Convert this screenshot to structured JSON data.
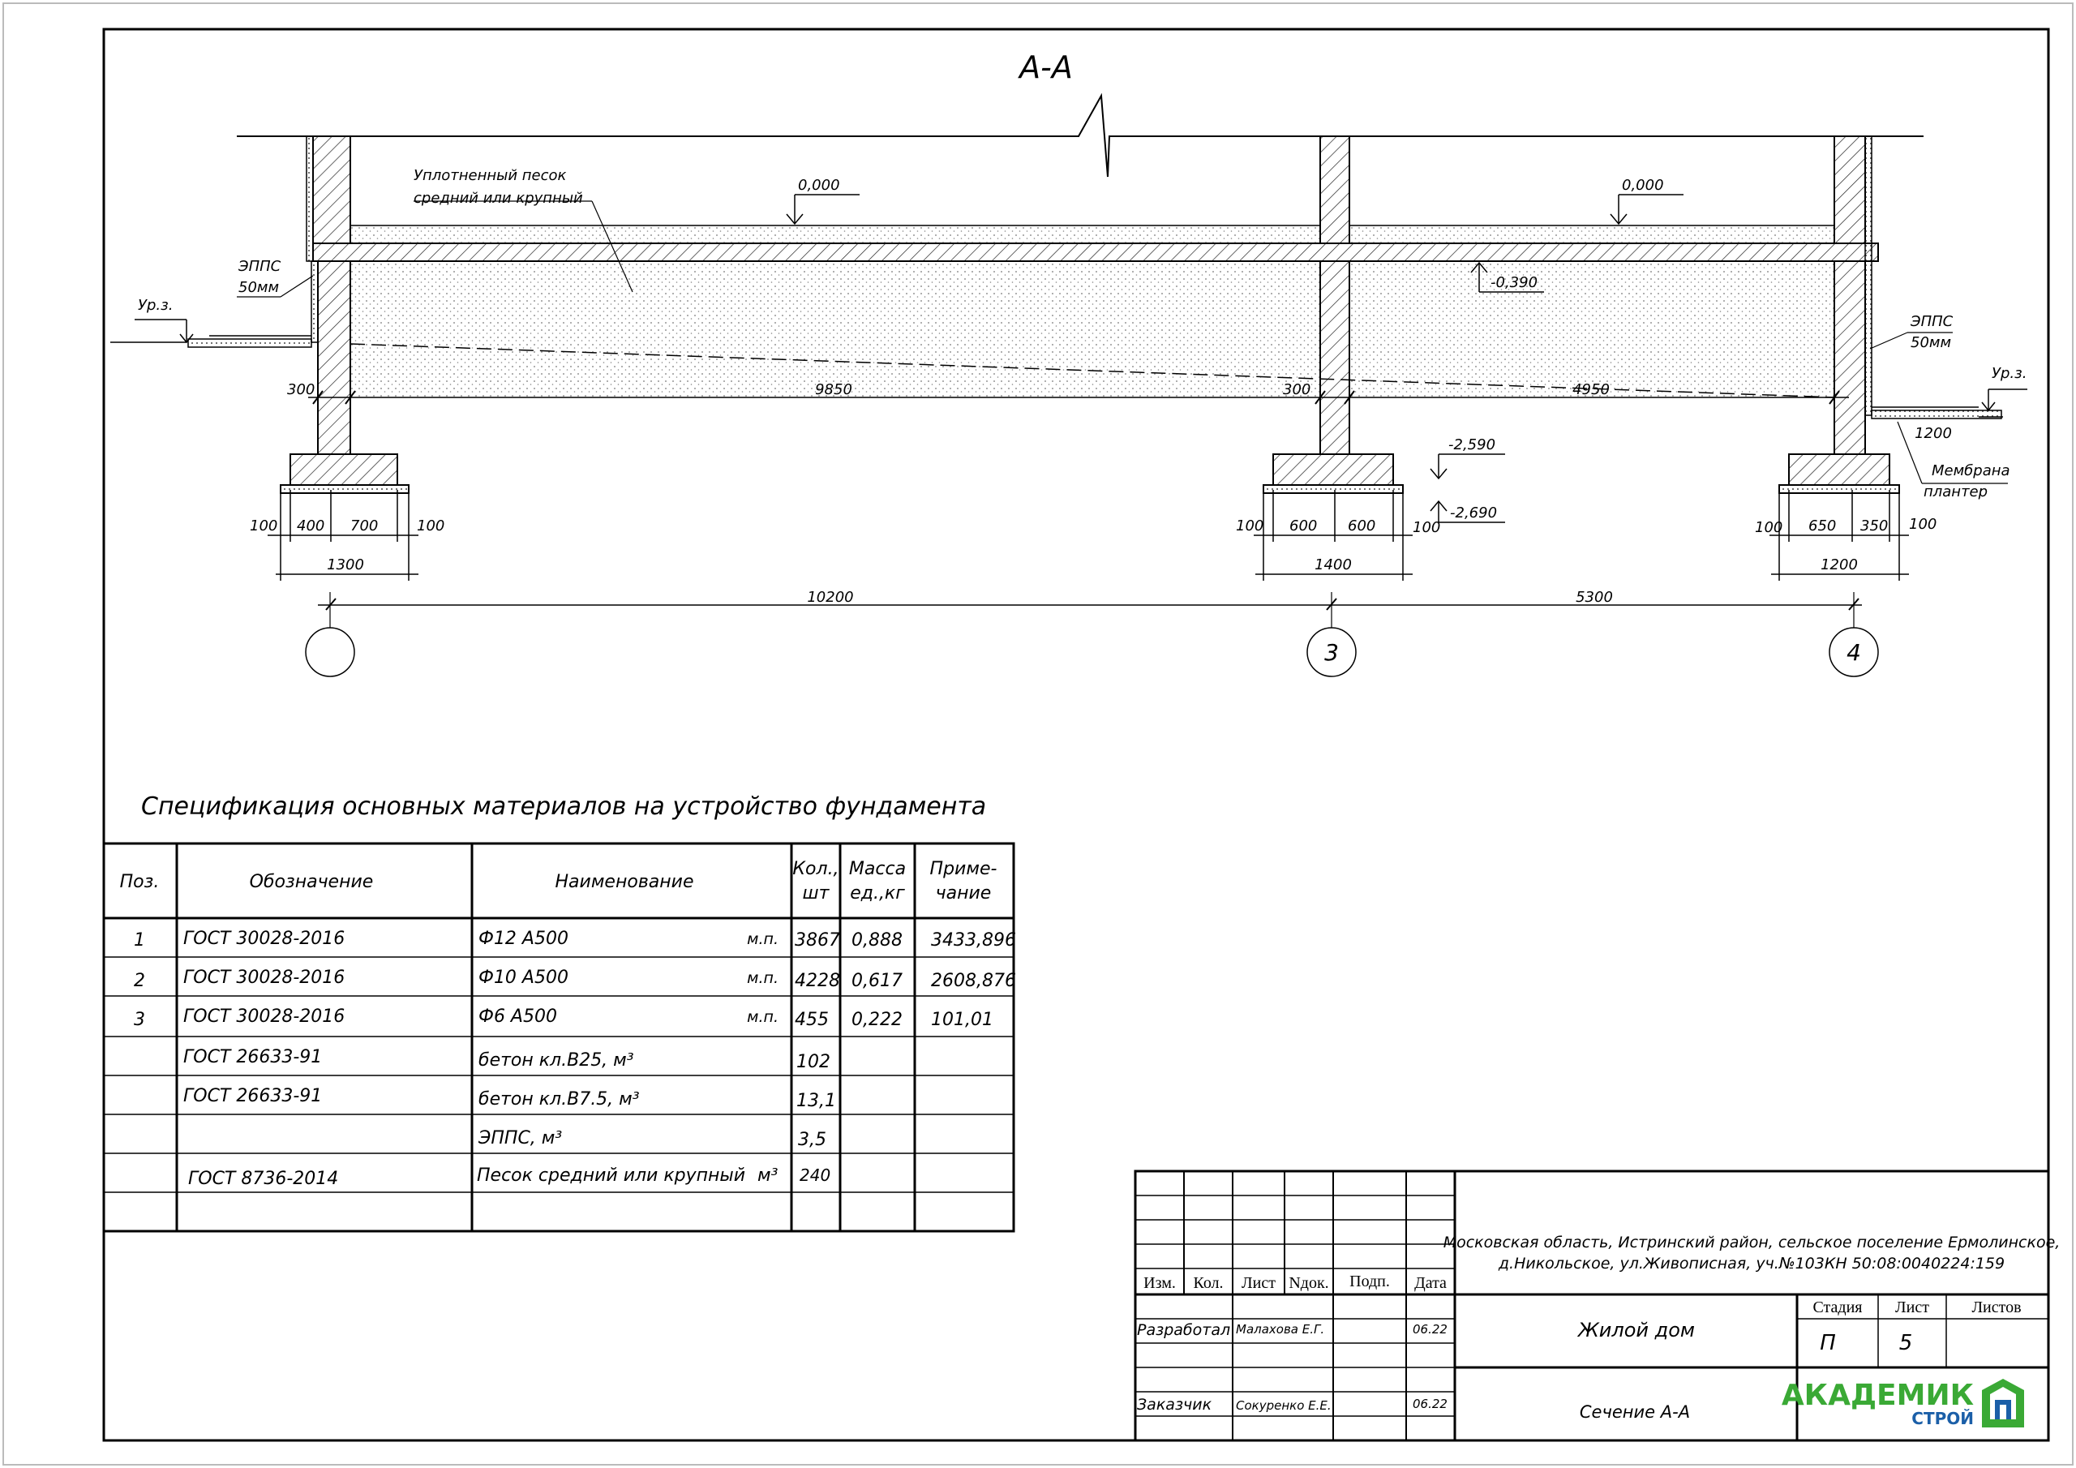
{
  "drawing": {
    "section_title": "А-А",
    "labels": {
      "sand": [
        "Уплотненный песок",
        "средний или крупный"
      ],
      "eps_left": [
        "ЭППС",
        "50мм"
      ],
      "eps_right": [
        "ЭППС",
        "50мм"
      ],
      "ground_left": "Ур.з.",
      "ground_right": "Ур.з.",
      "membrane": [
        "Мембрана",
        "плантер"
      ]
    },
    "levels": {
      "top_left": "0,000",
      "top_right": "0,000",
      "slab_bottom": "-0,390",
      "footing_top": "-2,590",
      "footing_bottom": "-2,690"
    },
    "dims": {
      "span_left": "9850",
      "span_right": "4950",
      "wall_left": "300",
      "wall_mid": "300",
      "right_offset": "1200",
      "f1": [
        "100",
        "400",
        "700",
        "100"
      ],
      "f1_total": "1300",
      "f2": [
        "100",
        "600",
        "600",
        "100"
      ],
      "f2_total": "1400",
      "f3": [
        "100",
        "650",
        "350",
        "100"
      ],
      "f3_total": "1200",
      "axis_left": "10200",
      "axis_right": "5300"
    },
    "axes": [
      "",
      "3",
      "4"
    ]
  },
  "spec": {
    "title": "Спецификация основных материалов на устройство фундамента",
    "headers": {
      "pos": "Поз.",
      "designation": "Обозначение",
      "name": "Наименование",
      "qty": [
        "Кол.,",
        "шт"
      ],
      "mass": [
        "Масса",
        "ед.,кг"
      ],
      "note": [
        "Приме-",
        "чание"
      ]
    },
    "rows": [
      {
        "pos": "1",
        "designation": "ГОСТ 30028-2016",
        "name": "Ф12 А500",
        "unit": "м.п.",
        "qty": "3867",
        "mass": "0,888",
        "note": "3433,896"
      },
      {
        "pos": "2",
        "designation": "ГОСТ 30028-2016",
        "name": "Ф10 А500",
        "unit": "м.п.",
        "qty": "4228",
        "mass": "0,617",
        "note": "2608,876"
      },
      {
        "pos": "3",
        "designation": "ГОСТ 30028-2016",
        "name": "Ф6 А500",
        "unit": "м.п.",
        "qty": "455",
        "mass": "0,222",
        "note": "101,01"
      },
      {
        "pos": "",
        "designation": "ГОСТ 26633-91",
        "name": "бетон кл.В25, м³",
        "unit": "",
        "qty": "102",
        "mass": "",
        "note": ""
      },
      {
        "pos": "",
        "designation": "ГОСТ 26633-91",
        "name": "бетон кл.В7.5, м³",
        "unit": "",
        "qty": "13,1",
        "mass": "",
        "note": ""
      },
      {
        "pos": "",
        "designation": "",
        "name": "ЭППС, м³",
        "unit": "",
        "qty": "3,5",
        "mass": "",
        "note": ""
      },
      {
        "pos": "",
        "designation": "ГОСТ 8736-2014",
        "name": "Песок средний или крупный",
        "unit": "м³",
        "qty": "240",
        "mass": "",
        "note": ""
      },
      {
        "pos": "",
        "designation": "",
        "name": "",
        "unit": "",
        "qty": "",
        "mass": "",
        "note": ""
      }
    ]
  },
  "stamp": {
    "address": [
      "Московская область, Истринский район, сельское поселение Ермолинское,",
      "д.Никольское, ул.Живописная, уч.№103КН 50:08:0040224:159"
    ],
    "rev_headers": [
      "Изм.",
      "Кол.",
      "Лист",
      "Nдок.",
      "Подп.",
      "Дата"
    ],
    "role1": "Разработал",
    "name1": "Малахова Е.Г.",
    "date1": "06.22",
    "role2": "Заказчик",
    "name2": "Сокуренко Е.Е.",
    "date2": "06.22",
    "object": "Жилой дом",
    "sheet_title": "Сечение А-А",
    "stage_label": "Стадия",
    "sheet_label": "Лист",
    "sheets_label": "Листов",
    "stage": "П",
    "sheet": "5",
    "sheets": "",
    "logo_main": "АКАДЕМИК",
    "logo_sub": "СТРОЙ",
    "logo_green": "#3aa935",
    "logo_blue": "#1b5fa8"
  }
}
